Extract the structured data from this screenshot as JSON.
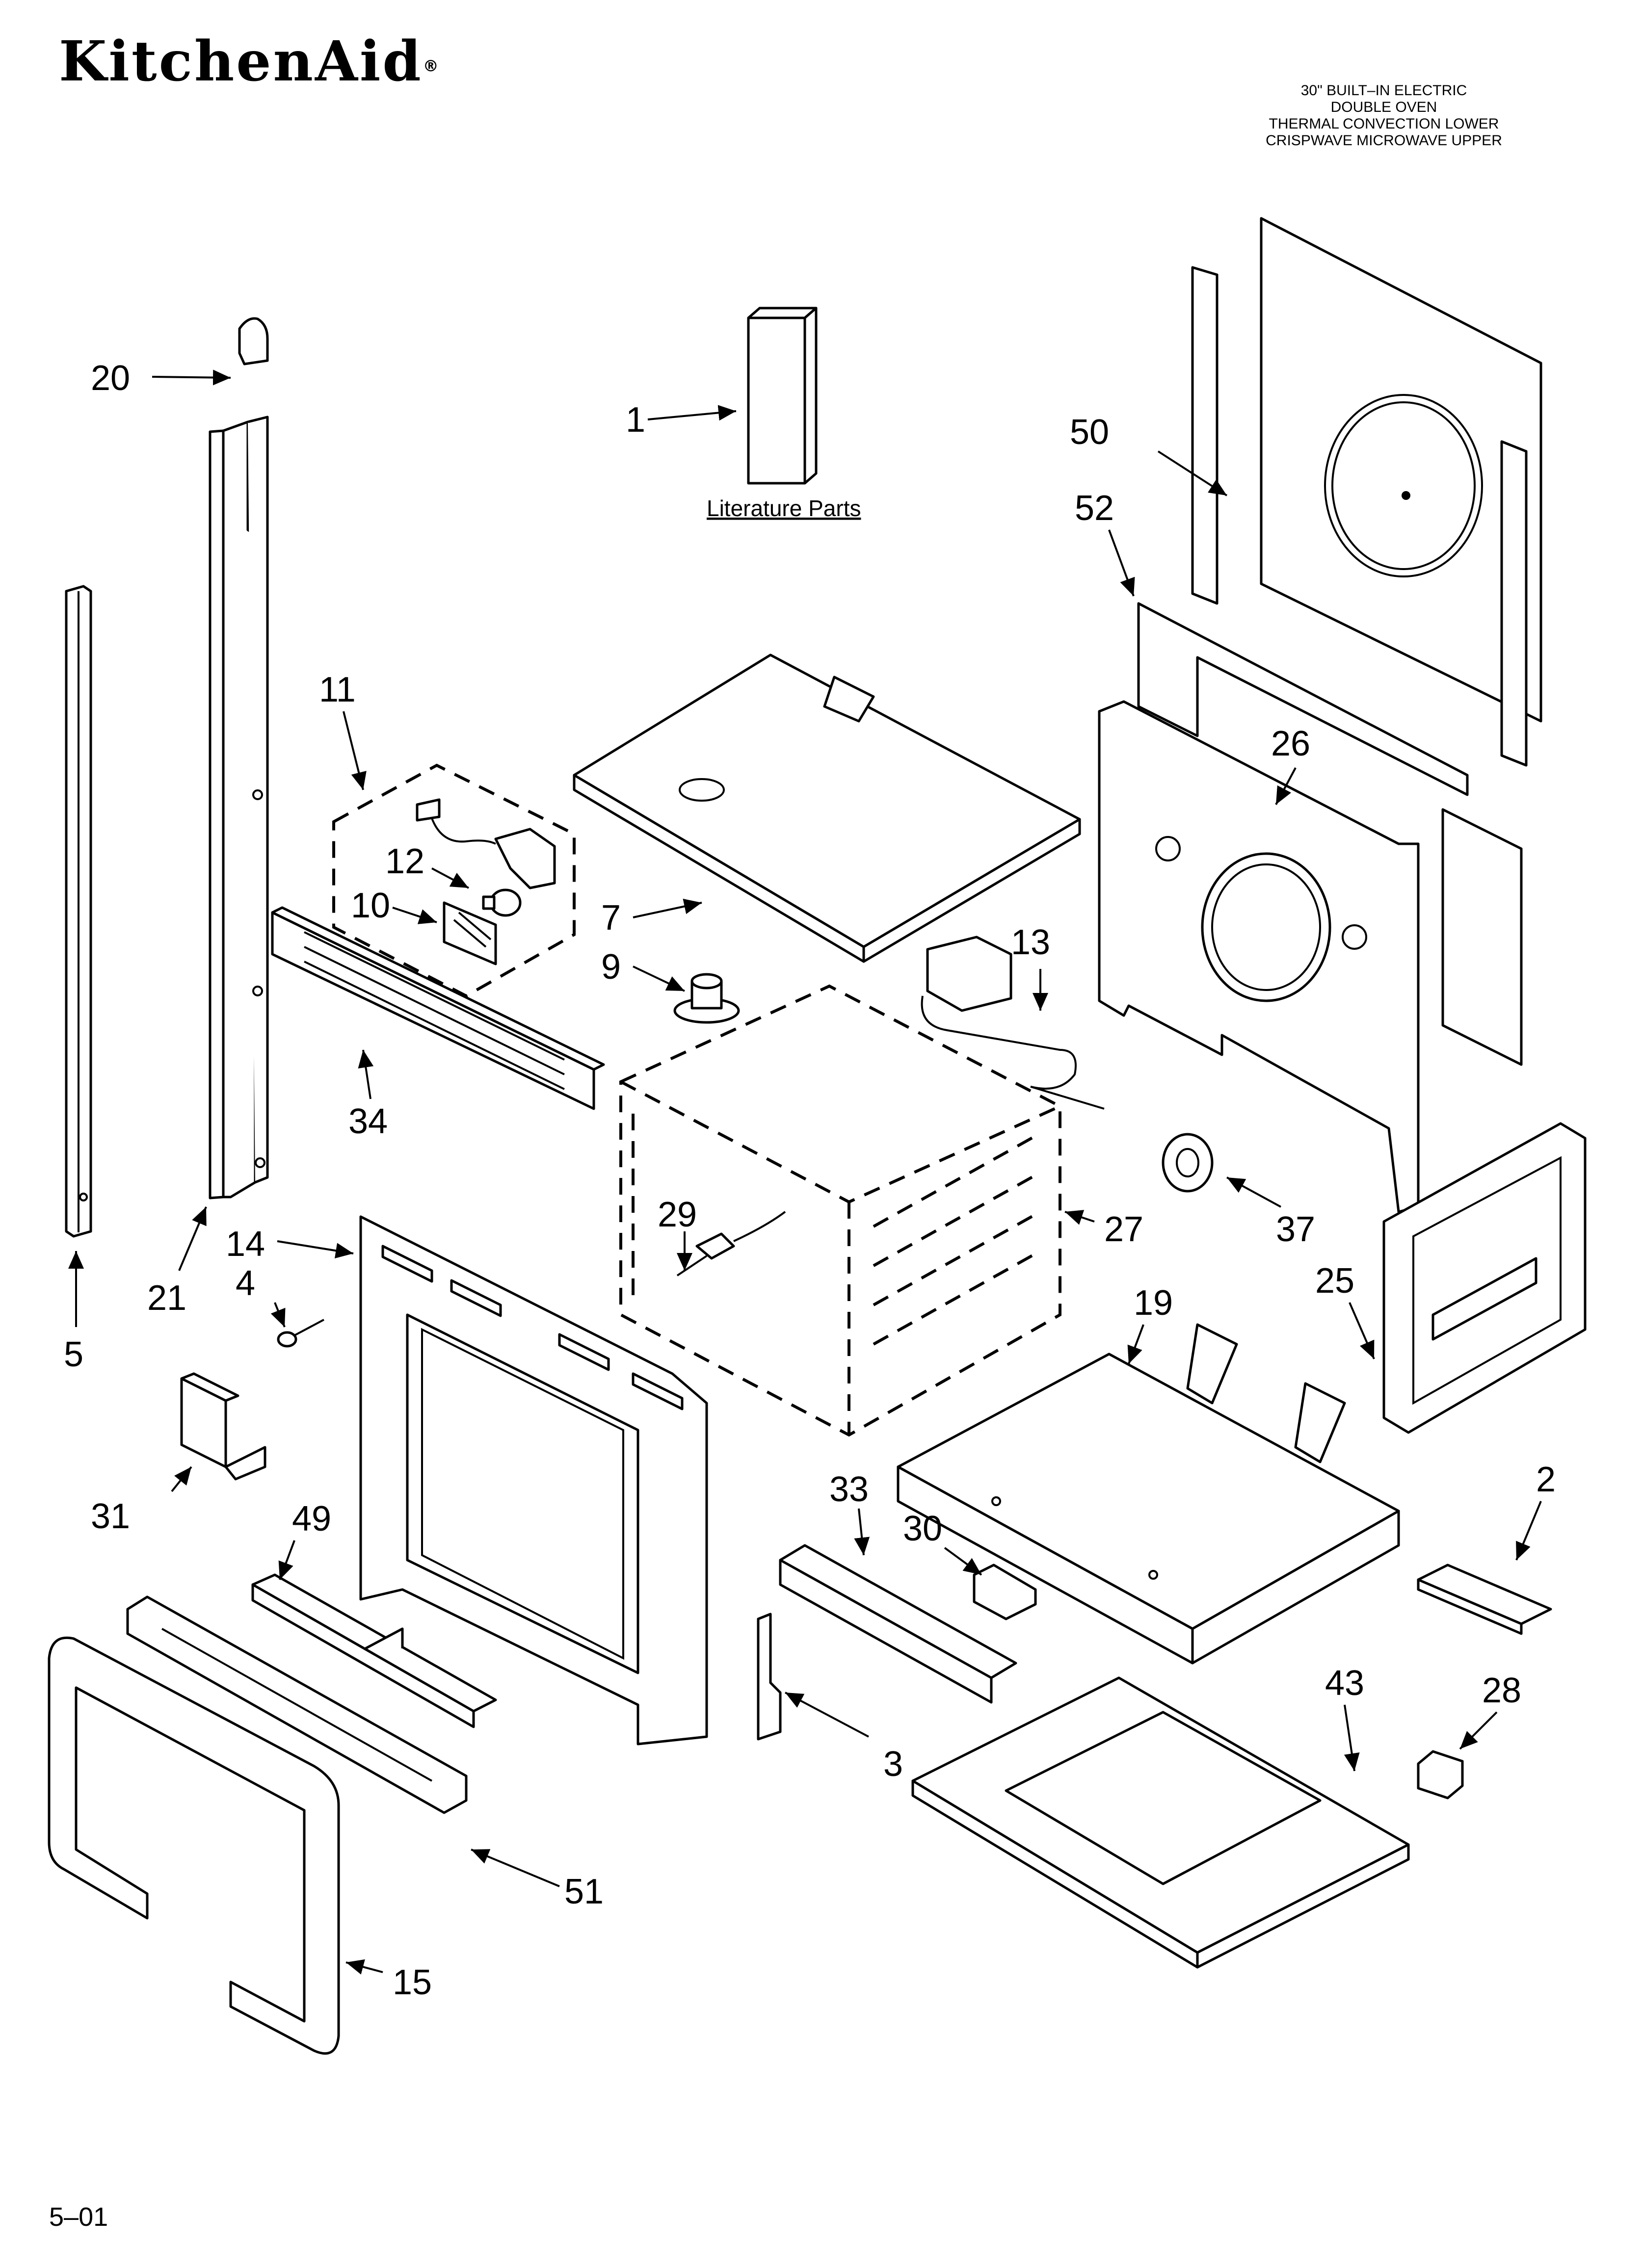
{
  "brand": {
    "logo_text": "KitchenAid",
    "registered_mark": "®"
  },
  "model_title": [
    "30\" BUILT–IN ELECTRIC",
    "DOUBLE OVEN",
    "THERMAL CONVECTION LOWER",
    "CRISPWAVE MICROWAVE UPPER"
  ],
  "literature_label": "Literature Parts",
  "footer_code": "5–01",
  "callouts": {
    "c1": "1",
    "c2": "2",
    "c3": "3",
    "c4": "4",
    "c5": "5",
    "c7": "7",
    "c9": "9",
    "c10": "10",
    "c11": "11",
    "c12": "12",
    "c13": "13",
    "c14": "14",
    "c15": "15",
    "c19": "19",
    "c20": "20",
    "c21": "21",
    "c25": "25",
    "c26": "26",
    "c27": "27",
    "c28": "28",
    "c29": "29",
    "c30": "30",
    "c31": "31",
    "c33": "33",
    "c34": "34",
    "c37": "37",
    "c43": "43",
    "c49": "49",
    "c50": "50",
    "c51": "51",
    "c52": "52"
  }
}
